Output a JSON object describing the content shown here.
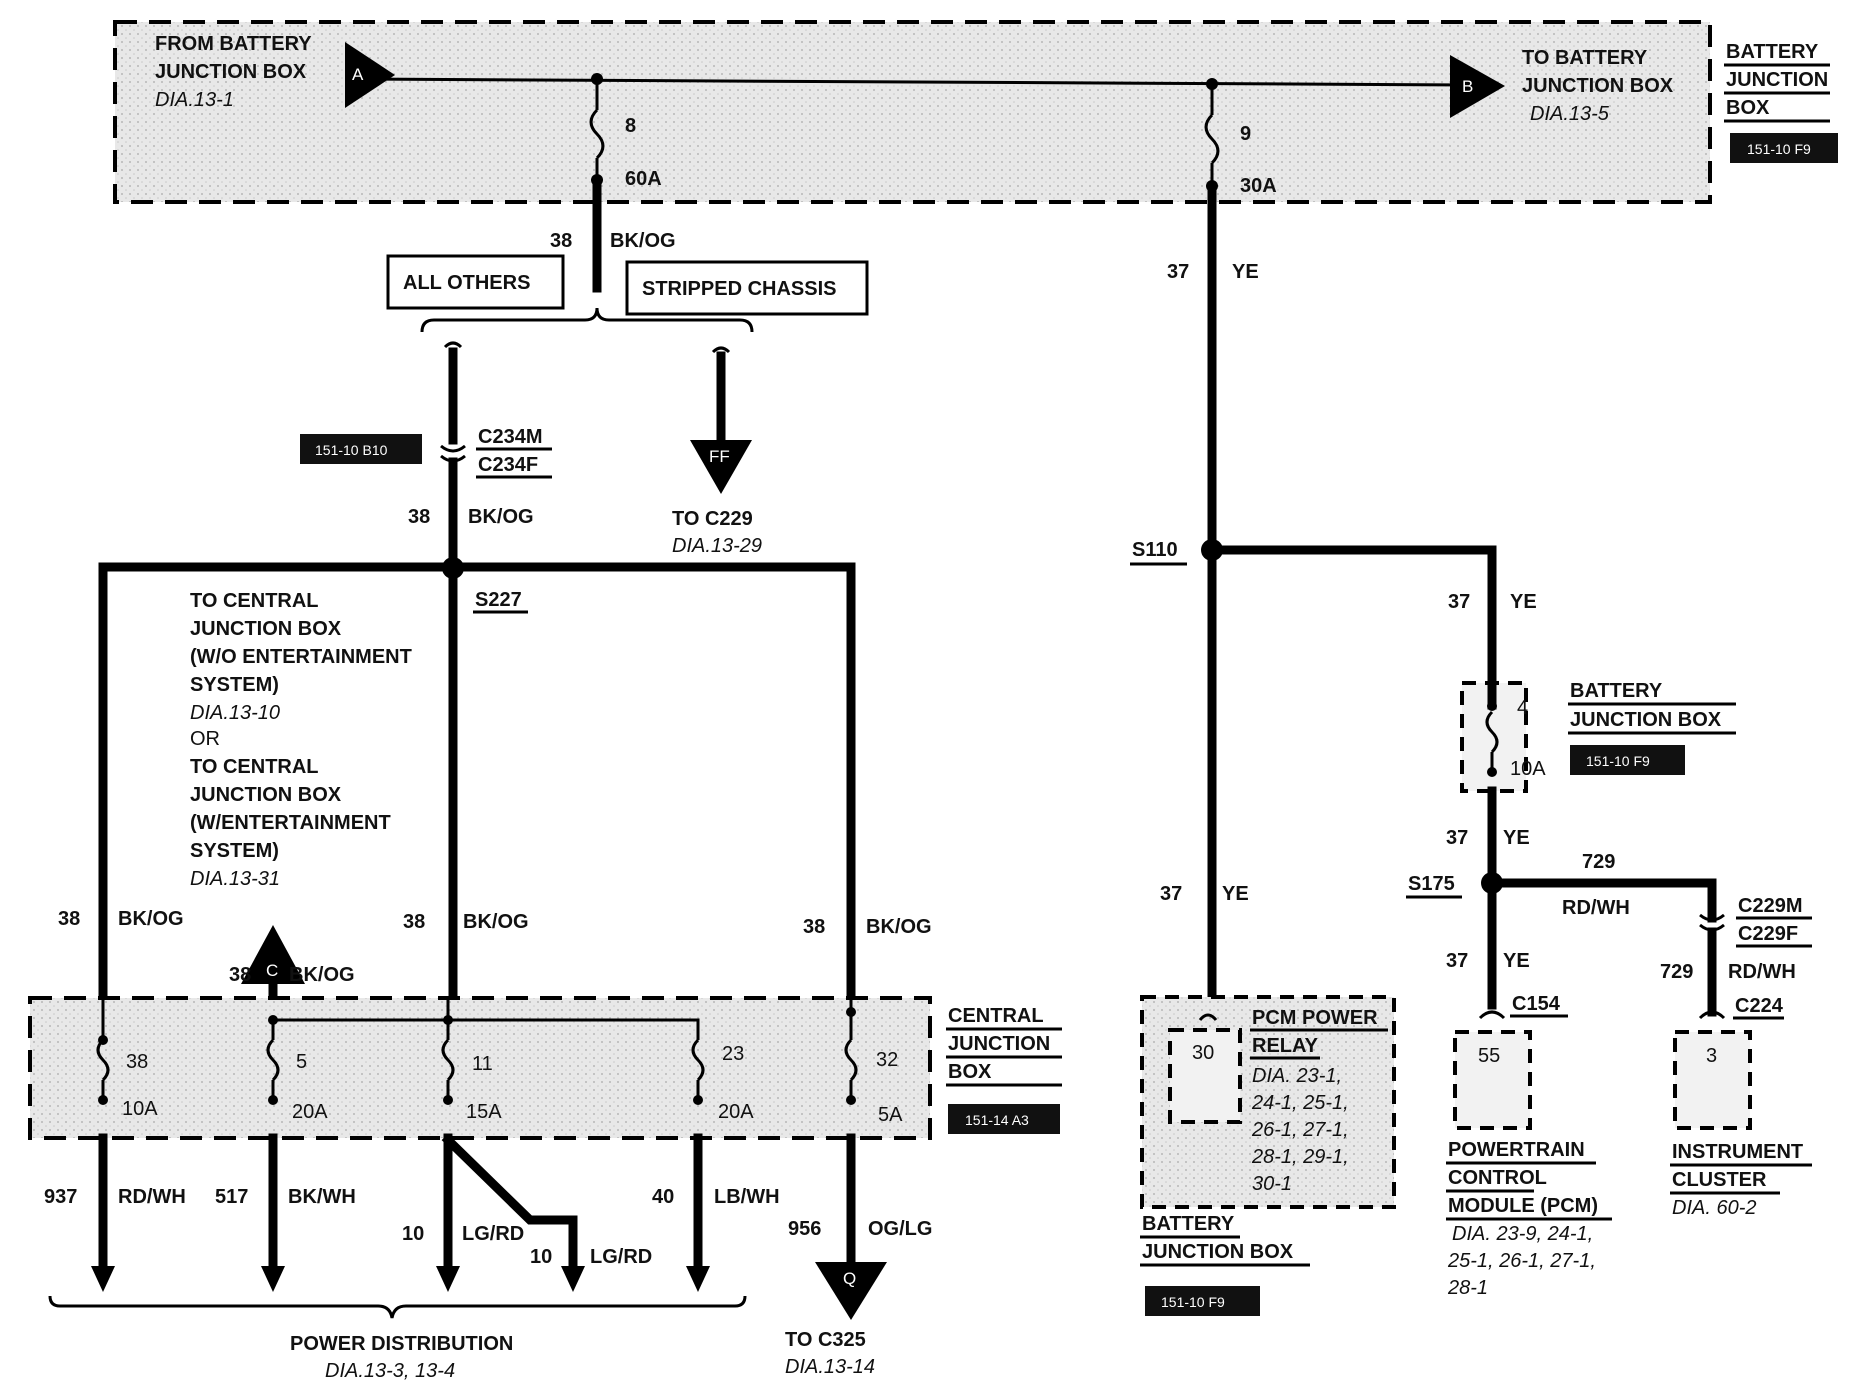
{
  "top": {
    "from_bjb": {
      "l1": "FROM BATTERY",
      "l2": "JUNCTION BOX",
      "dia": "DIA.13-1",
      "conn": "A"
    },
    "to_bjb": {
      "l1": "TO BATTERY",
      "l2": "JUNCTION BOX",
      "dia": "DIA.13-5",
      "conn": "B"
    },
    "bjb_title": {
      "l1": "BATTERY",
      "l2": "JUNCTION",
      "l3": "BOX"
    },
    "bjb_ref": "151-10 F9",
    "fuse8": {
      "num": "8",
      "amp": "60A"
    },
    "fuse9": {
      "num": "9",
      "amp": "30A"
    }
  },
  "wires": {
    "w38": "38",
    "bkog": "BK/OG",
    "w37": "37",
    "ye": "YE",
    "w937": "937",
    "rdwh": "RD/WH",
    "w517": "517",
    "bkwh": "BK/WH",
    "w10": "10",
    "lgrd": "LG/RD",
    "w40": "40",
    "lbwh": "LB/WH",
    "w956": "956",
    "oglg": "OG/LG",
    "w729": "729"
  },
  "options": {
    "all_others": "ALL OTHERS",
    "stripped": "STRIPPED CHASSIS"
  },
  "c234": {
    "m": "C234M",
    "f": "C234F",
    "ref": "151-10 B10"
  },
  "to_c229": {
    "conn": "FF",
    "label": "TO C229",
    "dia": "DIA.13-29"
  },
  "s227": "S227",
  "cjb_note": {
    "l1": "TO CENTRAL",
    "l2": "JUNCTION BOX",
    "l3": "(W/O ENTERTAINMENT",
    "l4": "SYSTEM)",
    "d1": "DIA.13-10",
    "or": "OR",
    "l5": "TO CENTRAL",
    "l6": "JUNCTION BOX",
    "l7": "(W/ENTERTAINMENT",
    "l8": "SYSTEM)",
    "d2": "DIA.13-31"
  },
  "conn_c": "C",
  "cjb": {
    "title": {
      "l1": "CENTRAL",
      "l2": "JUNCTION",
      "l3": "BOX"
    },
    "ref": "151-14 A3",
    "fuses": [
      {
        "num": "38",
        "amp": "10A"
      },
      {
        "num": "5",
        "amp": "20A"
      },
      {
        "num": "11",
        "amp": "15A"
      },
      {
        "num": "23",
        "amp": "20A"
      },
      {
        "num": "32",
        "amp": "5A"
      }
    ]
  },
  "power_dist": {
    "label": "POWER DISTRIBUTION",
    "dia": "DIA.13-3, 13-4"
  },
  "to_c325": {
    "conn": "Q",
    "label": "TO C325",
    "dia": "DIA.13-14"
  },
  "s110": "S110",
  "s175": "S175",
  "bjb2": {
    "l1": "BATTERY",
    "l2": "JUNCTION BOX",
    "ref": "151-10 F9",
    "fuse": "4",
    "amp": "10A"
  },
  "pcm_relay": {
    "pin": "30",
    "l1": "PCM POWER",
    "l2": "RELAY",
    "d1": "DIA. 23-1,",
    "d2": "24-1, 25-1,",
    "d3": "26-1, 27-1,",
    "d4": "28-1, 29-1,",
    "d5": "30-1"
  },
  "bjb3": {
    "l1": "BATTERY",
    "l2": "JUNCTION BOX",
    "ref": "151-10 F9"
  },
  "pcm": {
    "conn": "C154",
    "pin": "55",
    "l1": "POWERTRAIN",
    "l2": "CONTROL",
    "l3": "MODULE (PCM)",
    "d1": "DIA. 23-9, 24-1,",
    "d2": "25-1, 26-1, 27-1,",
    "d3": "28-1"
  },
  "c229": {
    "m": "C229M",
    "f": "C229F"
  },
  "cluster": {
    "conn": "C224",
    "pin": "3",
    "l1": "INSTRUMENT",
    "l2": "CLUSTER",
    "dia": "DIA. 60-2"
  }
}
